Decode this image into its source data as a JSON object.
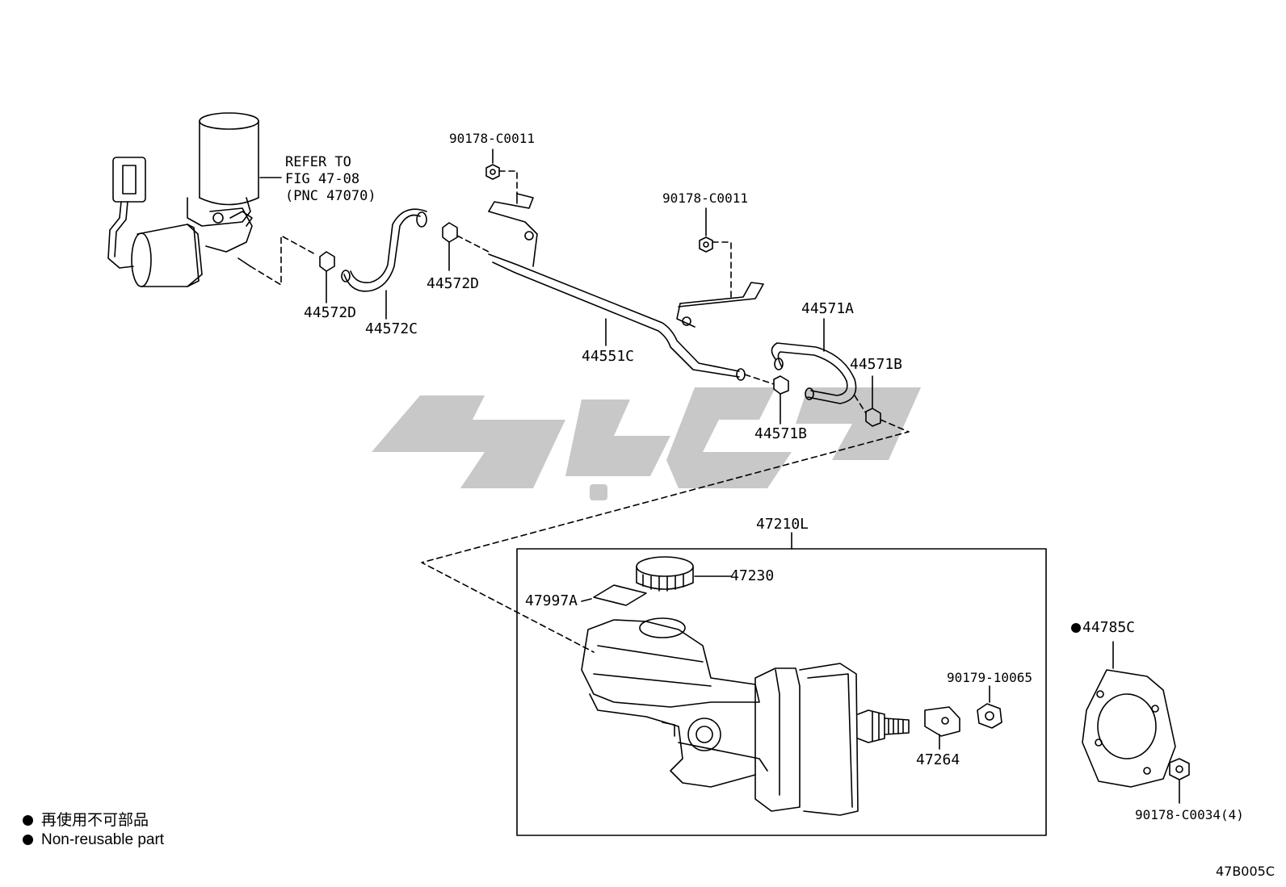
{
  "refer_note": {
    "line1": "REFER TO",
    "line2": "FIG 47-08",
    "line3": "(PNC 47070)"
  },
  "parts": {
    "p90178_c0011_top": "90178-C0011",
    "p90178_c0011_mid": "90178-C0011",
    "p44572d_left": "44572D",
    "p44572c": "44572C",
    "p44572d_right": "44572D",
    "p44551c": "44551C",
    "p44571a": "44571A",
    "p44571b_top": "44571B",
    "p44571b_bottom": "44571B",
    "p47210l": "47210L",
    "p47230": "47230",
    "p47997a": "47997A",
    "p90179_10065": "90179-10065",
    "p47264": "47264",
    "p44785c": "44785C",
    "p90178_c0034": "90178-C0034(4)"
  },
  "legend": {
    "line1": "再使用不可部品",
    "line2": "Non-reusable part"
  },
  "figure_code": "47B005C",
  "colors": {
    "line": "#000000",
    "watermark": "#c8c8c8"
  }
}
